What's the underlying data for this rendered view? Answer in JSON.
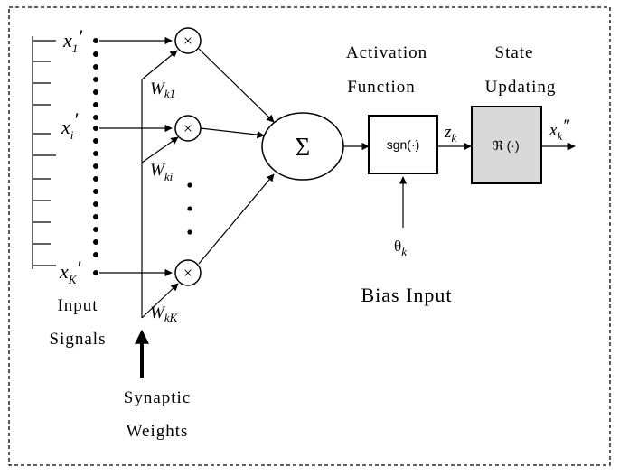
{
  "inputs": {
    "top_var": "x",
    "top_sub": "1",
    "mid_var": "x",
    "mid_sub": "i",
    "bot_var": "x",
    "bot_sub": "K",
    "prime": "′",
    "caption_line1": "Input",
    "caption_line2": "Signals"
  },
  "weights": {
    "w1_var": "W",
    "w1_sub": "k1",
    "w2_var": "W",
    "w2_sub": "ki",
    "w3_var": "W",
    "w3_sub": "kK",
    "caption_line1": "Synaptic",
    "caption_line2": "Weights"
  },
  "multiplier_symbol": "×",
  "summation_symbol": "Σ",
  "activation": {
    "heading_line1": "Activation",
    "heading_line2": "Function",
    "box_text": "sgn(·)",
    "output_var": "z",
    "output_sub": "k"
  },
  "bias": {
    "symbol": "θ",
    "sub": "k",
    "caption": "Bias Input"
  },
  "state": {
    "heading_line1": "State",
    "heading_line2": "Updating",
    "box_text": "ℜ (·)",
    "output_var": "x",
    "output_sub": "k",
    "output_prime": "″"
  },
  "colors": {
    "stroke": "#000000",
    "state_box_fill": "#d9d9d9",
    "activation_box_fill": "#ffffff"
  }
}
